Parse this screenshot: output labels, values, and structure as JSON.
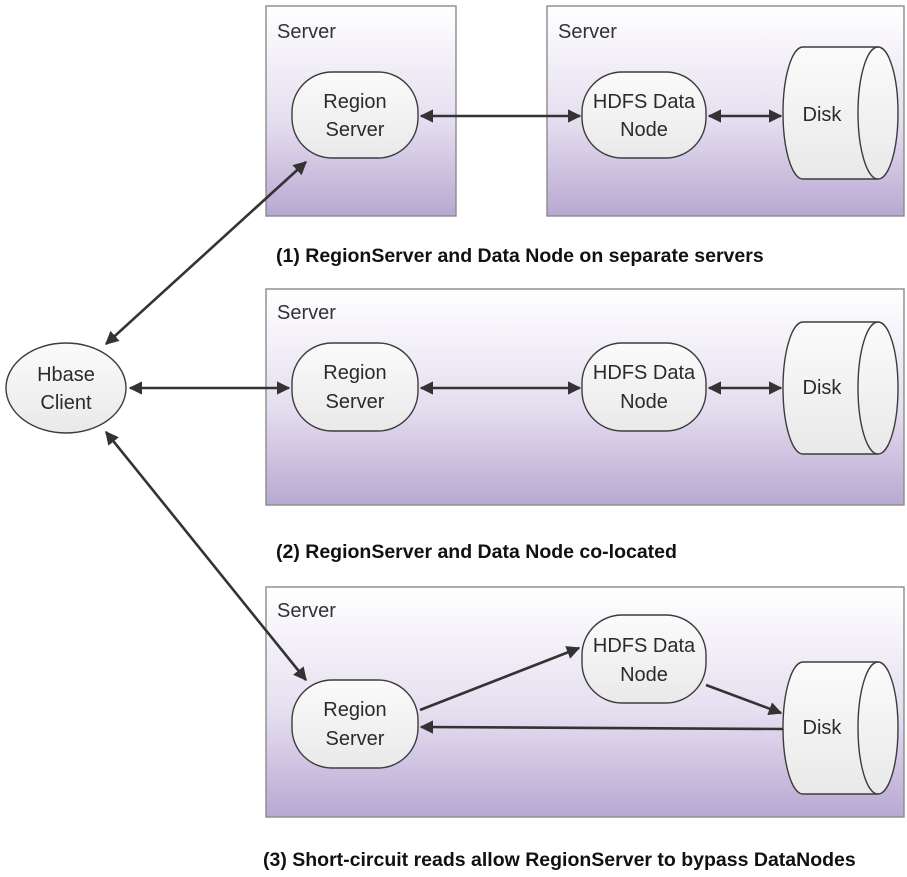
{
  "servers": {
    "top_left": "Server",
    "top_right": "Server",
    "middle": "Server",
    "bottom": "Server"
  },
  "nodes": {
    "client": [
      "Hbase",
      "Client"
    ],
    "region_server": [
      "Region",
      "Server"
    ],
    "data_node": [
      "HDFS Data",
      "Node"
    ],
    "disk": "Disk"
  },
  "captions": {
    "scenario_1": "(1) RegionServer and Data Node on separate servers",
    "scenario_2": "(2) RegionServer and Data Node co-located",
    "scenario_3": "(3) Short-circuit reads allow RegionServer to bypass DataNodes"
  },
  "colors": {
    "server_top": "#ffffff",
    "server_bottom": "#b8a8d2",
    "node_fill": "#f2f2f2",
    "line": "#333333"
  }
}
